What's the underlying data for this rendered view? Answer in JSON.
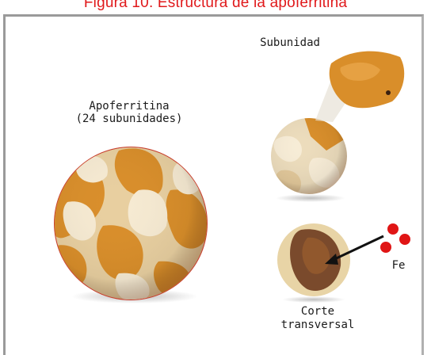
{
  "title": "Figura 10. Estructura de la apoferritina",
  "labels": {
    "apoferritina_line1": "Apoferritina",
    "apoferritina_line2": "(24 subunidades)",
    "subunidad": "Subunidad",
    "fe": "Fe",
    "corte_line1": "Corte",
    "corte_line2": "transversal"
  },
  "colors": {
    "title": "#e0191b",
    "cream": "#f2e3c6",
    "orange": "#d98e2a",
    "red": "#c8402f",
    "iron": "#e01515",
    "shell": "#e6d2a8",
    "core": "#7a4a2c"
  }
}
